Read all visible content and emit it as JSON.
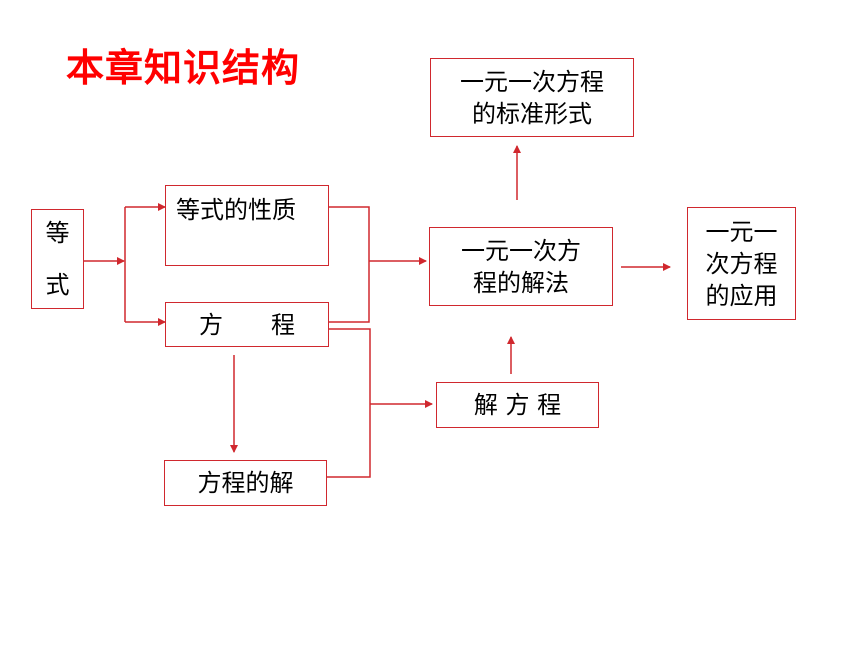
{
  "title": "本章知识结构",
  "nodes": {
    "dengshi": [
      "等",
      "式"
    ],
    "property": "等式的性质",
    "equation": "方　　程",
    "solution": "方程的解",
    "method": [
      "一元一次方",
      "程的解法"
    ],
    "standard": [
      "一元一次方程",
      "的标准形式"
    ],
    "application": [
      "一元一",
      "次方程",
      "的应用"
    ],
    "solving": "解 方 程"
  },
  "colors": {
    "title": "#ff0000",
    "line": "#d0282e",
    "text": "#000000"
  }
}
